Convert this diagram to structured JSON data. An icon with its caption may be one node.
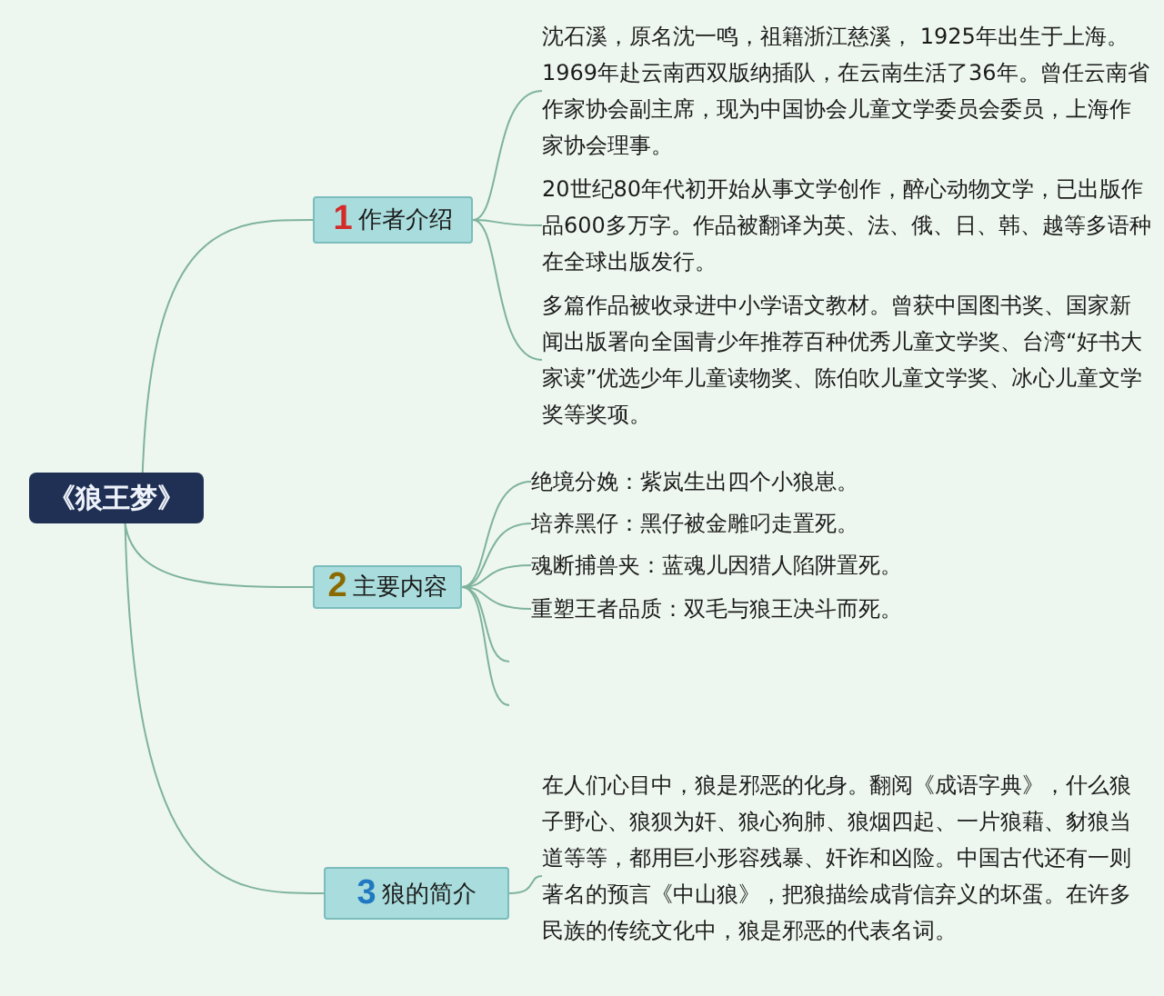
{
  "diagram": {
    "nodes": [
      {
        "text": [
          "《狼王梦》"
        ]
      },
      {
        "text": [
          "1",
          "作者介绍"
        ]
      },
      {
        "text": [
          "2",
          "主要内容"
        ]
      },
      {
        "text": [
          "3",
          "狼的简介"
        ]
      },
      {
        "text": [
          "沈石溪，原名沈一鸣，祖籍浙江慈溪， 1925年出生于上海。1969年赴云南西双版纳插队，在云南生活了36年。曾任云南省作家协会副主席，现为中国协会儿童文学委员会委员，上海作家协会理事。"
        ]
      },
      {
        "text": [
          "20世纪80年代初开始从事文学创作，醉心动物文学，已出版作品600多万字。作品被翻译为英、法、俄、日、韩、越等多语种在全球出版发行。"
        ]
      },
      {
        "text": [
          "多篇作品被收录进中小学语文教材。曾获中国图书奖、国家新闻出版署向全国青少年推荐百种优秀儿童文学奖、台湾“好书大家读”优选少年儿童读物奖、陈伯吹儿童文学奖、冰心儿童文学奖等奖项。"
        ]
      },
      {
        "text": [
          "绝境分娩：紫岚生出四个小狼崽。"
        ]
      },
      {
        "text": [
          "培养黑仔：黑仔被金雕叼走置死。"
        ]
      },
      {
        "text": [
          "魂断捕兽夹：蓝魂儿因猎人陷阱置死。"
        ]
      },
      {
        "text": [
          "重塑王者品质：双毛与狼王决斗而死。"
        ]
      },
      {
        "text": [
          "在人们心目中，狼是邪恶的化身。翻阅《成语字典》，什么狼子野心、狼狈为奸、狼心狗肺、狼烟四起、一片狼藉、豺狼当道等等，都用巨小形容残暴、奸诈和凶险。中国古代还有一则著名的预言《中山狼》，把狼描绘成背信弃义的坏蛋。在许多民族的传统文化中，狼是邪恶的代表名词。"
        ]
      }
    ],
    "edges": [
      {
        "from": 0,
        "to": 1,
        "arrow": "none"
      },
      {
        "from": 0,
        "to": 2,
        "arrow": "none"
      },
      {
        "from": 0,
        "to": 3,
        "arrow": "none"
      },
      {
        "from": 1,
        "to": 4,
        "arrow": "none"
      },
      {
        "from": 1,
        "to": 5,
        "arrow": "none"
      },
      {
        "from": 1,
        "to": 6,
        "arrow": "none"
      },
      {
        "from": 2,
        "to": 7,
        "arrow": "none"
      },
      {
        "from": 2,
        "to": 8,
        "arrow": "none"
      },
      {
        "from": 2,
        "to": 9,
        "arrow": "none"
      },
      {
        "from": 2,
        "to": 10,
        "arrow": "none"
      },
      {
        "from": 2,
        "to": null,
        "arrow": "none"
      },
      {
        "from": 2,
        "to": null,
        "arrow": "none"
      },
      {
        "from": 3,
        "to": 11,
        "arrow": "none"
      }
    ]
  }
}
